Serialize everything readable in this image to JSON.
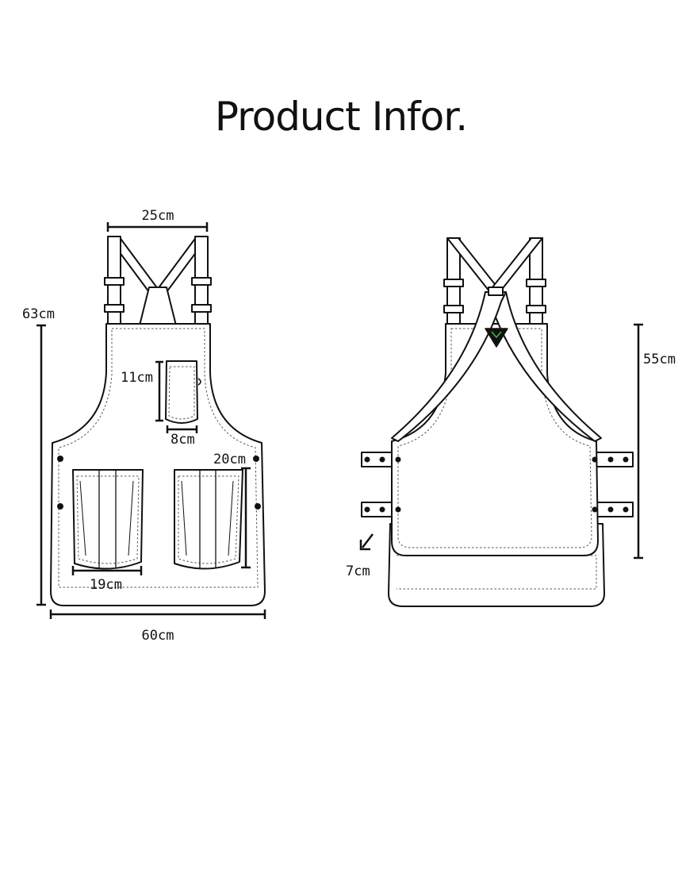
{
  "title": "Product Infor.",
  "front_view": {
    "strap_width": "25cm",
    "total_height": "63cm",
    "small_pocket_height": "11cm",
    "small_pocket_width": "8cm",
    "large_pocket_height": "20cm",
    "large_pocket_width": "19cm",
    "total_width": "60cm"
  },
  "back_view": {
    "body_height": "55cm",
    "layer_offset": "7cm"
  },
  "colors": {
    "line": "#111111",
    "logo_mark": "#3cc43c"
  },
  "icons": [
    "logo-triangle-icon",
    "arrow-down-left-icon"
  ]
}
